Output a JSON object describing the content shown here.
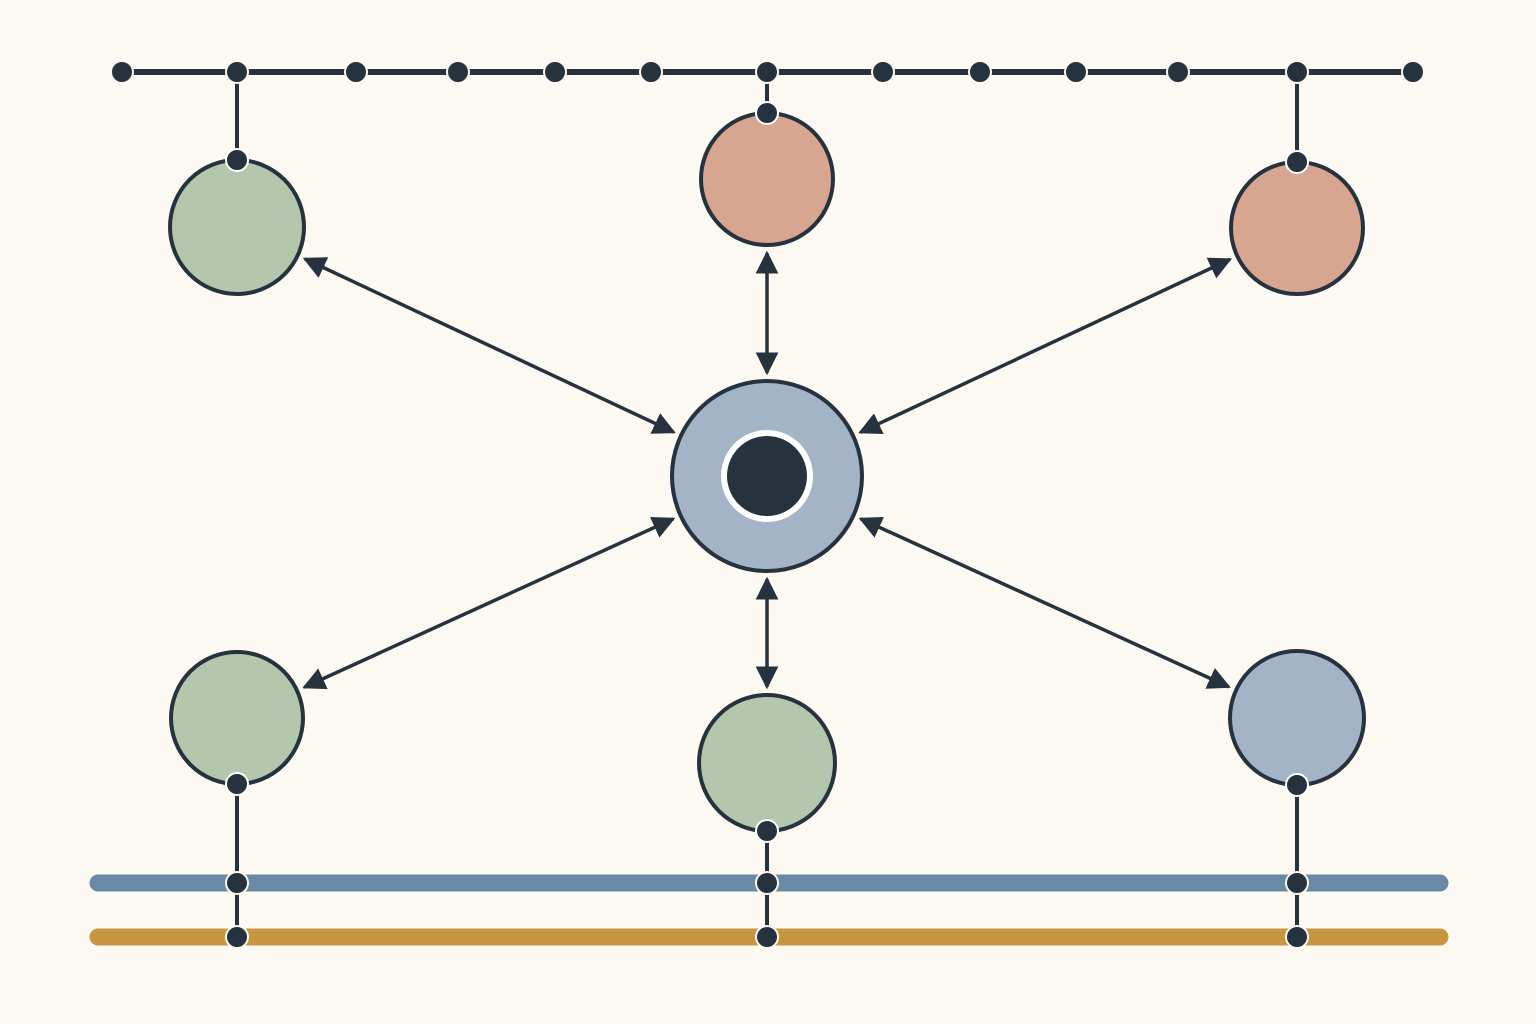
{
  "colors": {
    "background": "#fcf9f2",
    "ink": "#26323d",
    "green_node": "#b2c7ab",
    "salmon_node": "#d7a590",
    "blue_node": "#a2b4c6",
    "hub_fill": "#a2b4c6",
    "hub_core": "#26323d",
    "hub_ring": "#ffffff",
    "blue_rail": "#6a89a4",
    "gold_rail": "#c79640"
  },
  "diagram": {
    "hub": {
      "name": "hub-node",
      "color": "hub_fill"
    },
    "nodes": [
      {
        "name": "node-top-left",
        "color": "green_node",
        "tether": "top-bus"
      },
      {
        "name": "node-top-center",
        "color": "salmon_node",
        "tether": "top-bus"
      },
      {
        "name": "node-top-right",
        "color": "salmon_node",
        "tether": "top-bus"
      },
      {
        "name": "node-bottom-left",
        "color": "green_node",
        "tether": "bottom-rails"
      },
      {
        "name": "node-bottom-center",
        "color": "green_node",
        "tether": "bottom-rails"
      },
      {
        "name": "node-bottom-right",
        "color": "blue_node",
        "tether": "bottom-rails"
      }
    ],
    "connections": [
      {
        "from": "hub-node",
        "to": "node-top-left",
        "direction": "bidirectional"
      },
      {
        "from": "hub-node",
        "to": "node-top-center",
        "direction": "bidirectional"
      },
      {
        "from": "hub-node",
        "to": "node-top-right",
        "direction": "bidirectional"
      },
      {
        "from": "hub-node",
        "to": "node-bottom-left",
        "direction": "bidirectional"
      },
      {
        "from": "hub-node",
        "to": "node-bottom-center",
        "direction": "bidirectional"
      },
      {
        "from": "hub-node",
        "to": "node-bottom-right",
        "direction": "bidirectional"
      }
    ],
    "top_bus": {
      "name": "top-bus",
      "stop_count": 13,
      "color": "ink"
    },
    "rails": [
      {
        "name": "blue-rail",
        "color": "blue_rail"
      },
      {
        "name": "gold-rail",
        "color": "gold_rail"
      }
    ]
  }
}
